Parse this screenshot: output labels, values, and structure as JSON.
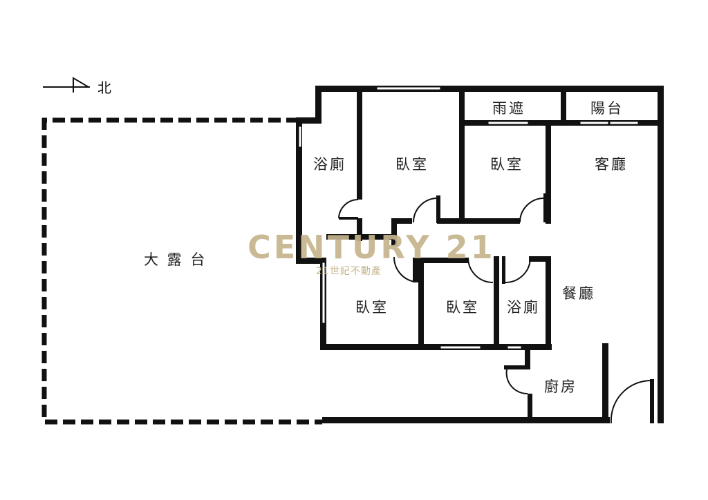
{
  "compass": {
    "label": "北",
    "icon": "north-arrow-icon"
  },
  "rooms": {
    "terrace": "大 露 台",
    "bath_north": "浴廁",
    "bedroom_1": "臥室",
    "rain_shelter": "雨遮",
    "balcony": "陽台",
    "bedroom_2": "臥室",
    "living_room": "客廳",
    "bedroom_3": "臥室",
    "bedroom_4": "臥室",
    "bath_south": "浴廁",
    "dining_room": "餐廳",
    "kitchen": "廚房"
  },
  "watermark": {
    "brand": "CENTURY 21",
    "subtitle": "21世紀不動產",
    "color": "#c4b48c"
  },
  "colors": {
    "wall": "#111111",
    "background": "#ffffff"
  }
}
